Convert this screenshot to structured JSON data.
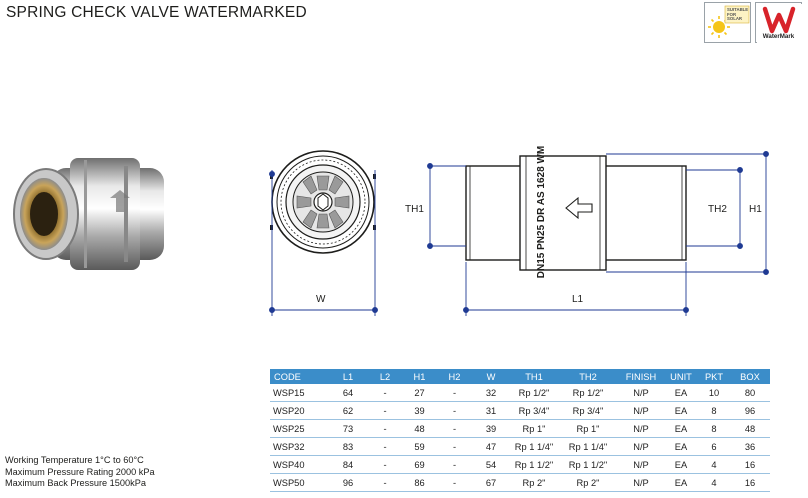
{
  "title": "SPRING CHECK VALVE WATERMARKED",
  "badges": {
    "solar": {
      "icon": "sun-icon",
      "lines": [
        "SUITABLE",
        "FOR",
        "SOLAR"
      ],
      "color": "#f5c518"
    },
    "watermark": {
      "icon": "watermark-logo-icon",
      "label": "WaterMark",
      "color": "#d8232a"
    }
  },
  "drawing": {
    "labels": {
      "th1": "TH1",
      "th2": "TH2",
      "h1": "H1",
      "w": "W",
      "l1": "L1"
    },
    "marking": "DN15 PN25 DR AS 1628 WM",
    "line_color": "#1f3a93"
  },
  "specs": [
    "Working Temperature  1°C to 60°C",
    "Maximum Pressure Rating  2000 kPa",
    "Maximum Back Pressure 1500kPa"
  ],
  "table": {
    "header_color": "#3b8dc9",
    "columns": [
      "CODE",
      "L1",
      "L2",
      "H1",
      "H2",
      "W",
      "TH1",
      "TH2",
      "FINISH",
      "UNIT",
      "PKT",
      "BOX"
    ],
    "rows": [
      [
        "WSP15",
        "64",
        "-",
        "27",
        "-",
        "32",
        "Rp 1/2\"",
        "Rp 1/2\"",
        "N/P",
        "EA",
        "10",
        "80"
      ],
      [
        "WSP20",
        "62",
        "-",
        "39",
        "-",
        "31",
        "Rp 3/4\"",
        "Rp 3/4\"",
        "N/P",
        "EA",
        "8",
        "96"
      ],
      [
        "WSP25",
        "73",
        "-",
        "48",
        "-",
        "39",
        "Rp 1\"",
        "Rp 1\"",
        "N/P",
        "EA",
        "8",
        "48"
      ],
      [
        "WSP32",
        "83",
        "-",
        "59",
        "-",
        "47",
        "Rp 1 1/4\"",
        "Rp 1 1/4\"",
        "N/P",
        "EA",
        "6",
        "36"
      ],
      [
        "WSP40",
        "84",
        "-",
        "69",
        "-",
        "54",
        "Rp 1 1/2\"",
        "Rp 1 1/2\"",
        "N/P",
        "EA",
        "4",
        "16"
      ],
      [
        "WSP50",
        "96",
        "-",
        "86",
        "-",
        "67",
        "Rp 2\"",
        "Rp 2\"",
        "N/P",
        "EA",
        "4",
        "16"
      ]
    ]
  }
}
